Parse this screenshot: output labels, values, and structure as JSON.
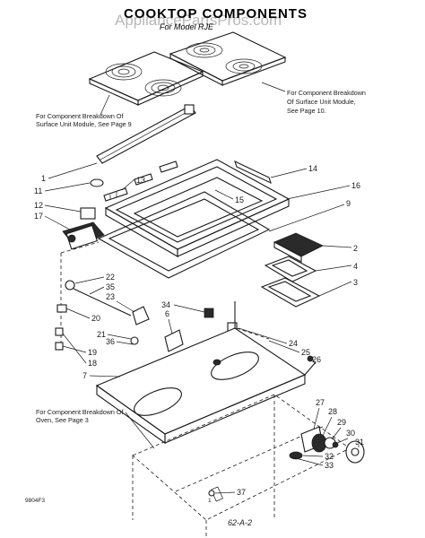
{
  "title": "COOKTOP COMPONENTS",
  "subtitle": "For Model RJE",
  "watermark": "AppliancePartsPros.com",
  "notes": {
    "surface_unit_right": [
      "For Component Breakdown",
      "Of Surface Unit Module,",
      "See Page 10."
    ],
    "surface_unit_left": [
      "For Component Breakdown Of",
      "Surface Unit Module, See Page 9"
    ],
    "oven": [
      "For Component Breakdown Of",
      "Oven, See Page 3"
    ]
  },
  "labels": {
    "p1": "1",
    "p2": "2",
    "p3": "3",
    "p4": "4",
    "p6": "6",
    "p7": "7",
    "p9": "9",
    "p11": "11",
    "p12": "12",
    "p13": "13",
    "p14": "14",
    "p15": "15",
    "p16": "16",
    "p17": "17",
    "p18": "18",
    "p19": "19",
    "p20": "20",
    "p21": "21",
    "p22": "22",
    "p23": "23",
    "p24": "24",
    "p25": "25",
    "p26": "26",
    "p27": "27",
    "p28": "28",
    "p29": "29",
    "p30": "30",
    "p31": "31",
    "p32": "32",
    "p33": "33",
    "p34": "34",
    "p35": "35",
    "p36": "36",
    "p37": "37"
  },
  "footer": {
    "code_left": "9804F3",
    "page_mark": "1",
    "page_number": "62-A-2"
  }
}
